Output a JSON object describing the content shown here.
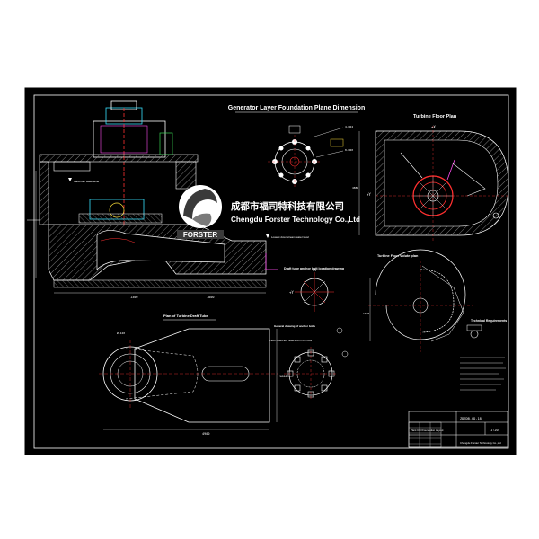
{
  "sheet": {
    "main_title": "Generator Layer Foundation Plane Dimension",
    "views": {
      "turbine_floor_plan": "Turbine Floor Plan",
      "turbine_floor_volute_plan": "Turbine Floor volute plan",
      "draft_tube_anchor_bolt_plan": "Draft tube anchor bolt location drawing",
      "turbine_draft_tube_plan": "Plan of Turbine Draft Tube",
      "anchor_bolt_layout": "General drawing of anchor bolts",
      "floor_holes": "Floor holes are reserved in the floor"
    },
    "notes": {
      "technical_requirements": "Technical Requirements",
      "lowest_tailwater": "Lowest downstream water level",
      "max_water": "Maximum water level"
    }
  },
  "logo": {
    "company_cn": "成都市福司特科技有限公司",
    "company_en": "Chengdu Forster Technology Co.,Ltd",
    "brand": "FORSTER"
  },
  "title_block": {
    "drawing_no": "ZDEDB-GD-18",
    "drawing_title": "Plant Civil Foundation Layout",
    "company": "Chengdu Forster Technology Co.,Ltd",
    "scale": "1:20"
  },
  "colors": {
    "background": "#000000",
    "line": "#ffffff",
    "accent_red": "#ff3030",
    "accent_green": "#39d353",
    "accent_yellow": "#ffe23a",
    "accent_cyan": "#38e0ff",
    "accent_magenta": "#ff4df0"
  }
}
